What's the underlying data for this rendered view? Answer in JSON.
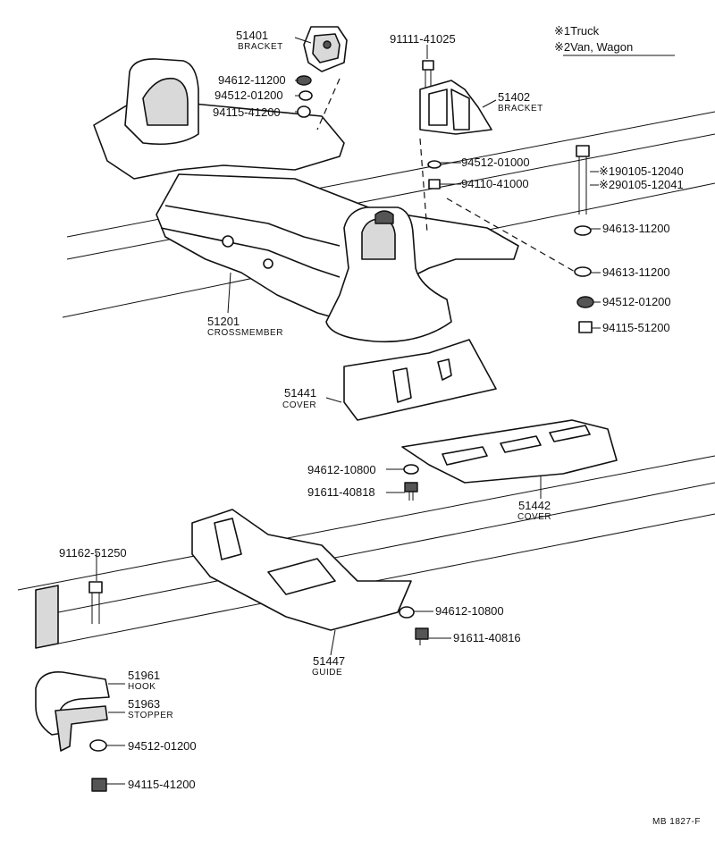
{
  "legend": {
    "note1": "※1Truck",
    "note2": "※2Van,  Wagon"
  },
  "parts": {
    "p51401": {
      "number": "51401",
      "name": "BRACKET"
    },
    "p91111": {
      "number": "91111-41025"
    },
    "p94612_11200": {
      "number": "94612-11200"
    },
    "p94512_01200_top": {
      "number": "94512-01200"
    },
    "p94115_41200_top": {
      "number": "94115-41200"
    },
    "p51402": {
      "number": "51402",
      "name": "BRACKET"
    },
    "p94512_01000": {
      "number": "94512-01000"
    },
    "p94110_41000": {
      "number": "94110-41000"
    },
    "p190105": {
      "number": "※190105-12040"
    },
    "p290105": {
      "number": "※290105-12041"
    },
    "p94613_a": {
      "number": "94613-11200"
    },
    "p94613_b": {
      "number": "94613-11200"
    },
    "p94512_01200_right": {
      "number": "94512-01200"
    },
    "p94115_51200": {
      "number": "94115-51200"
    },
    "p51201": {
      "number": "51201",
      "name": "CROSSMEMBER"
    },
    "p51441": {
      "number": "51441",
      "name": "COVER"
    },
    "p94612_10800_mid": {
      "number": "94612-10800"
    },
    "p91611_40818": {
      "number": "91611-40818"
    },
    "p51442": {
      "number": "51442",
      "name": "COVER"
    },
    "p91162": {
      "number": "91162-51250"
    },
    "p94612_10800_low": {
      "number": "94612-10800"
    },
    "p91611_40816": {
      "number": "91611-40816"
    },
    "p51447": {
      "number": "51447",
      "name": "GUIDE"
    },
    "p51961": {
      "number": "51961",
      "name": "HOOK"
    },
    "p51963": {
      "number": "51963",
      "name": "STOPPER"
    },
    "p94512_01200_bot": {
      "number": "94512-01200"
    },
    "p94115_41200_bot": {
      "number": "94115-41200"
    }
  },
  "footer": {
    "code": "MB  1827-F"
  }
}
